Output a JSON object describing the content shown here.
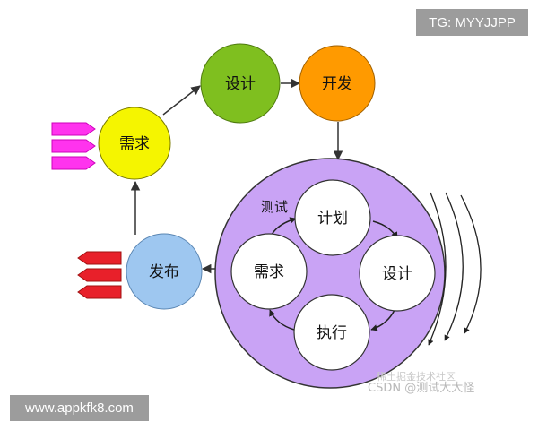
{
  "overlay": {
    "tg_label": "TG: MYYJJPP",
    "site_label": "www.appkfk8.com"
  },
  "diagram": {
    "nodes": {
      "requirement": "需求",
      "design": "设计",
      "develop": "开发",
      "release": "发布"
    },
    "test_cycle": {
      "label": "测试",
      "plan": "计划",
      "design": "设计",
      "execute": "执行",
      "requirement": "需求"
    }
  },
  "watermark": {
    "line1": "稀土掘金技术社区",
    "line2": "CSDN @测试大大怪"
  },
  "colors": {
    "requirement": "#f5f500",
    "design": "#7fbf1f",
    "develop": "#ff9a00",
    "release": "#9ec7f0",
    "test_circle": "#c9a3f5",
    "input_arrows": "#ff33ee",
    "output_arrows": "#e8202a"
  }
}
